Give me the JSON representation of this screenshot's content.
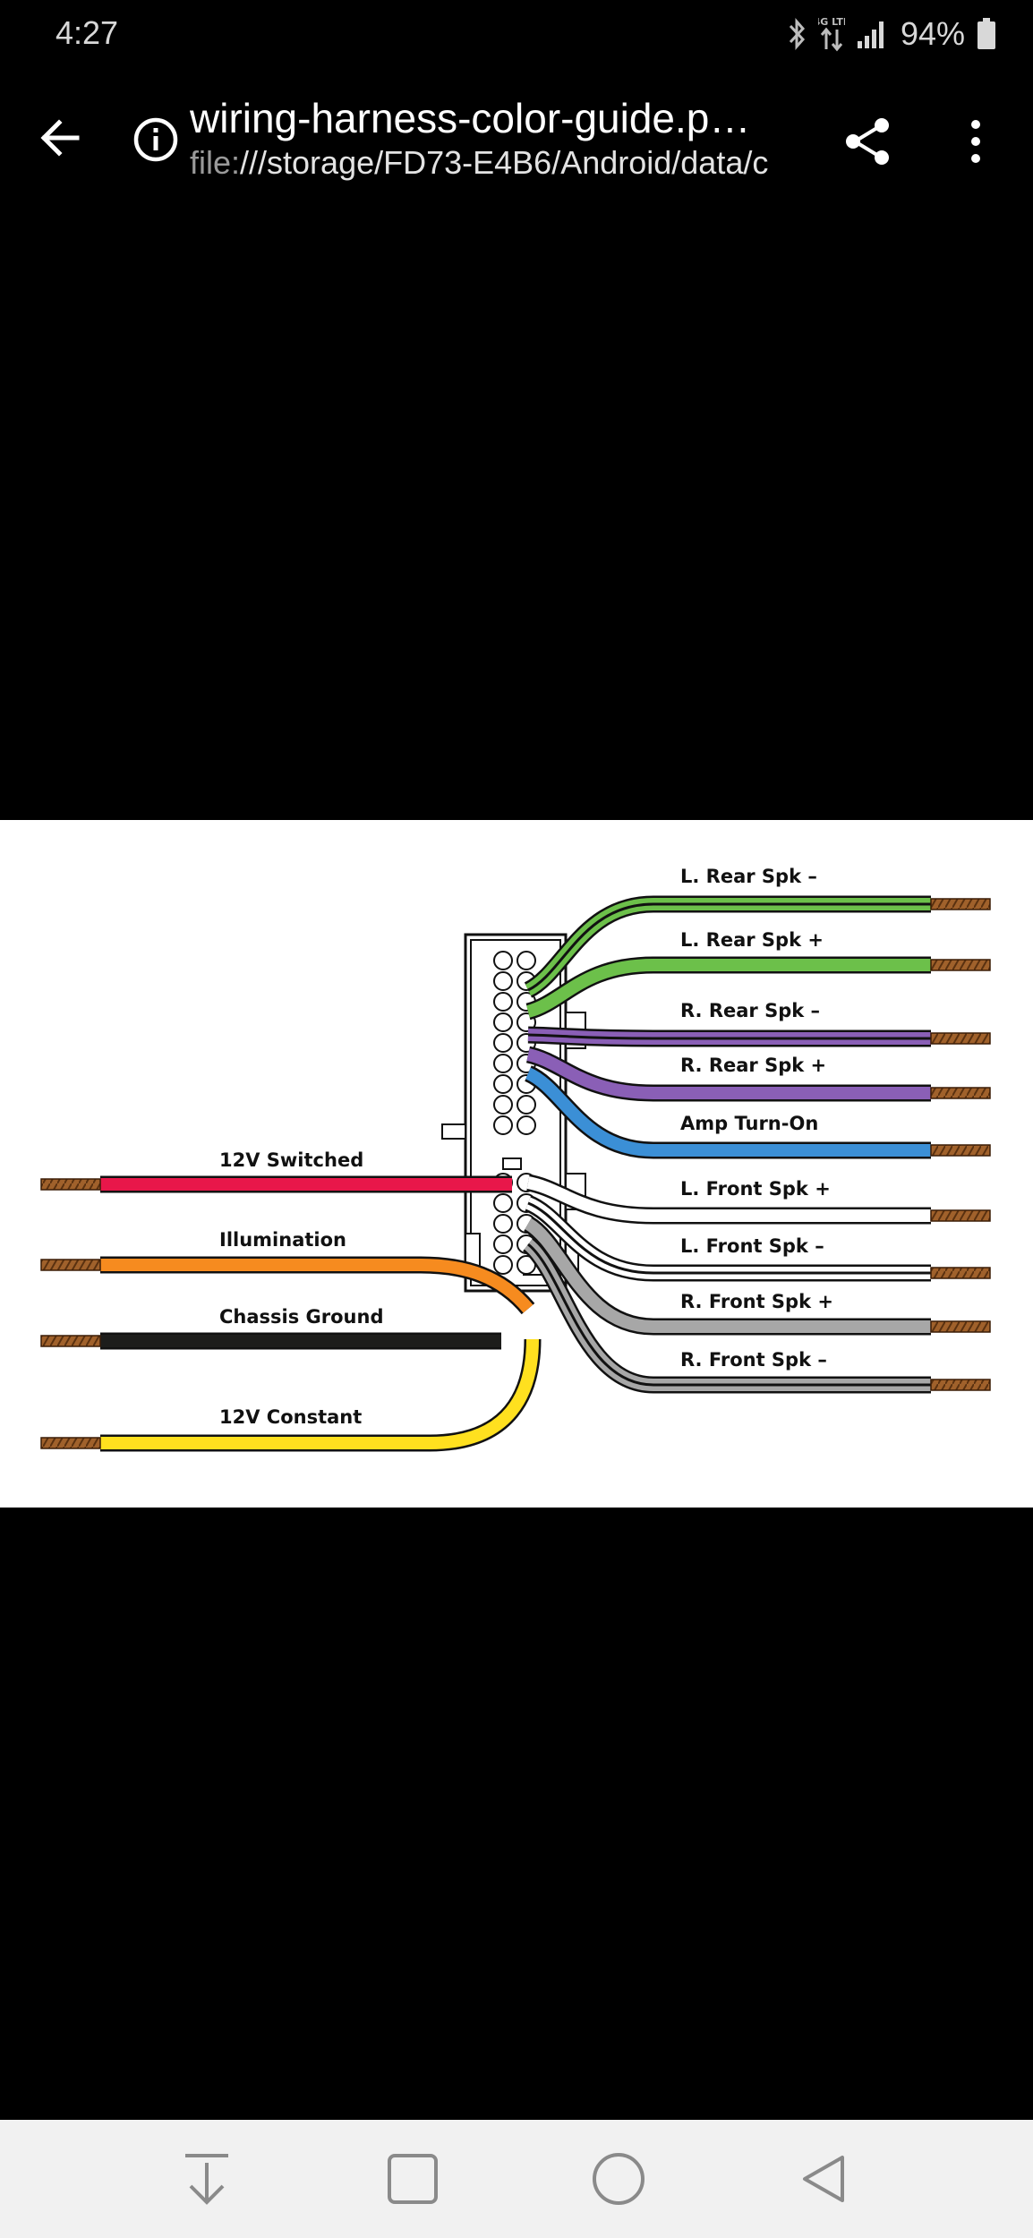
{
  "status_bar": {
    "time": "4:27",
    "battery_percent": "94%",
    "network_label": "4G LTE",
    "icons": [
      "bluetooth-icon",
      "data-arrows-icon",
      "signal-icon",
      "battery-icon"
    ]
  },
  "app_bar": {
    "title": "wiring-harness-color-guide.p…",
    "url_scheme": "file:",
    "url_rest": "///storage/FD73-E4B6/Android/data/c",
    "icons": [
      "back-arrow-icon",
      "info-icon",
      "share-icon",
      "more-vert-icon"
    ]
  },
  "diagram": {
    "left_wires": [
      {
        "label": "12V Switched",
        "color": "#e8174a"
      },
      {
        "label": "Illumination",
        "color": "#f68b1f"
      },
      {
        "label": "Chassis Ground",
        "color": "#1d1d1b"
      },
      {
        "label": "12V Constant",
        "color": "#ffe01f"
      }
    ],
    "right_wires": [
      {
        "label": "L. Rear Spk –",
        "color": "#6cc04a",
        "stripe": true
      },
      {
        "label": "L. Rear Spk +",
        "color": "#6cc04a",
        "stripe": false
      },
      {
        "label": "R. Rear Spk –",
        "color": "#8a5fb6",
        "stripe": true
      },
      {
        "label": "R. Rear Spk +",
        "color": "#8a5fb6",
        "stripe": false
      },
      {
        "label": "Amp Turn-On",
        "color": "#3b8fd6",
        "stripe": false
      },
      {
        "label": "L. Front Spk +",
        "color": "#ffffff",
        "stripe": false
      },
      {
        "label": "L. Front Spk –",
        "color": "#ffffff",
        "stripe": true
      },
      {
        "label": "R. Front Spk +",
        "color": "#a7a7a7",
        "stripe": false
      },
      {
        "label": "R. Front Spk –",
        "color": "#a7a7a7",
        "stripe": true
      }
    ],
    "copper_color": "#a0612b"
  },
  "nav_bar": {
    "icons": [
      "download-icon",
      "recents-square-icon",
      "home-circle-icon",
      "back-triangle-icon"
    ]
  }
}
